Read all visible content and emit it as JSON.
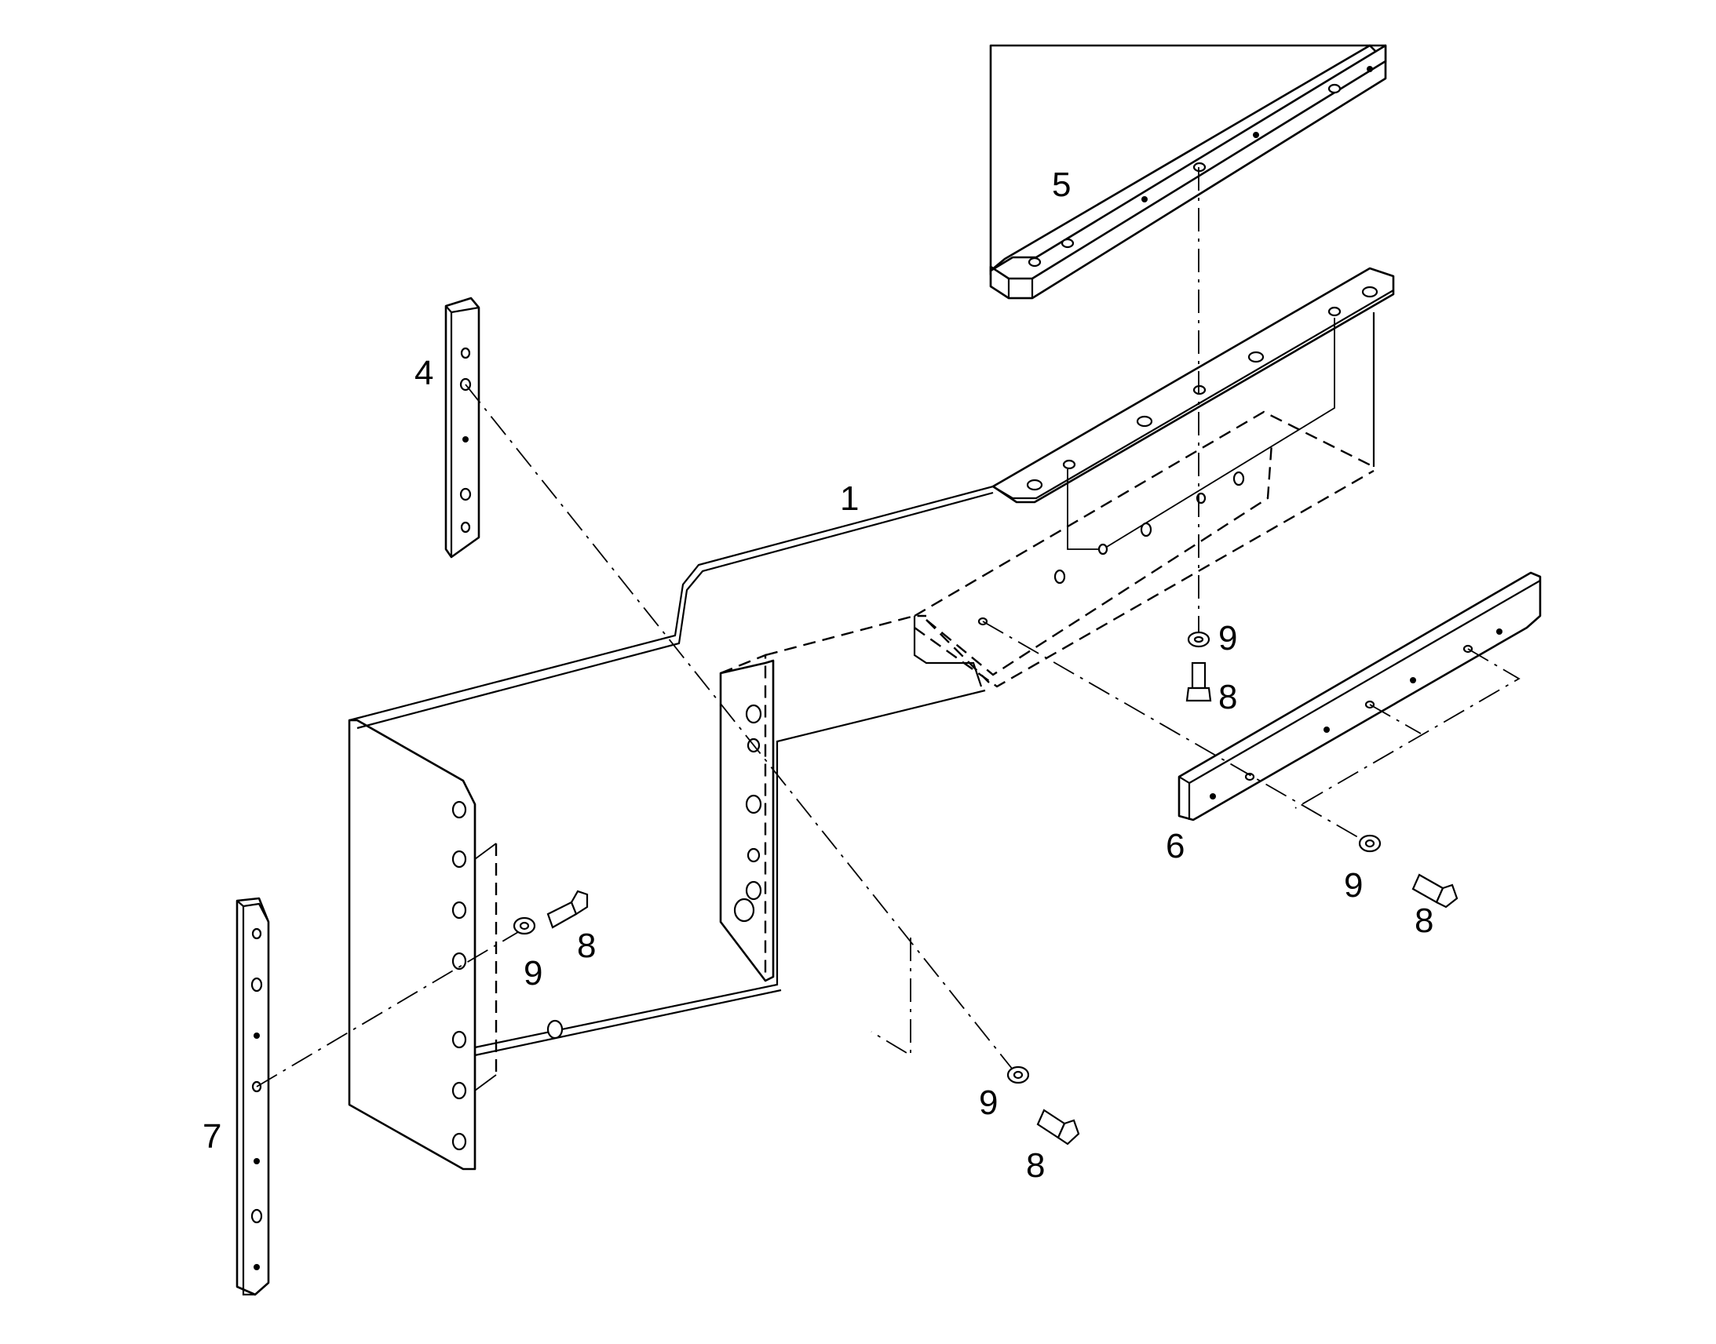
{
  "callouts": {
    "part1": "1",
    "part4": "4",
    "part5": "5",
    "part6": "6",
    "part7": "7",
    "bolt_top": "8",
    "washer_top": "9",
    "bolt_right": "8",
    "washer_right": "9",
    "bolt_left": "8",
    "washer_left": "9",
    "bolt_bottom": "8",
    "washer_bottom": "9"
  }
}
